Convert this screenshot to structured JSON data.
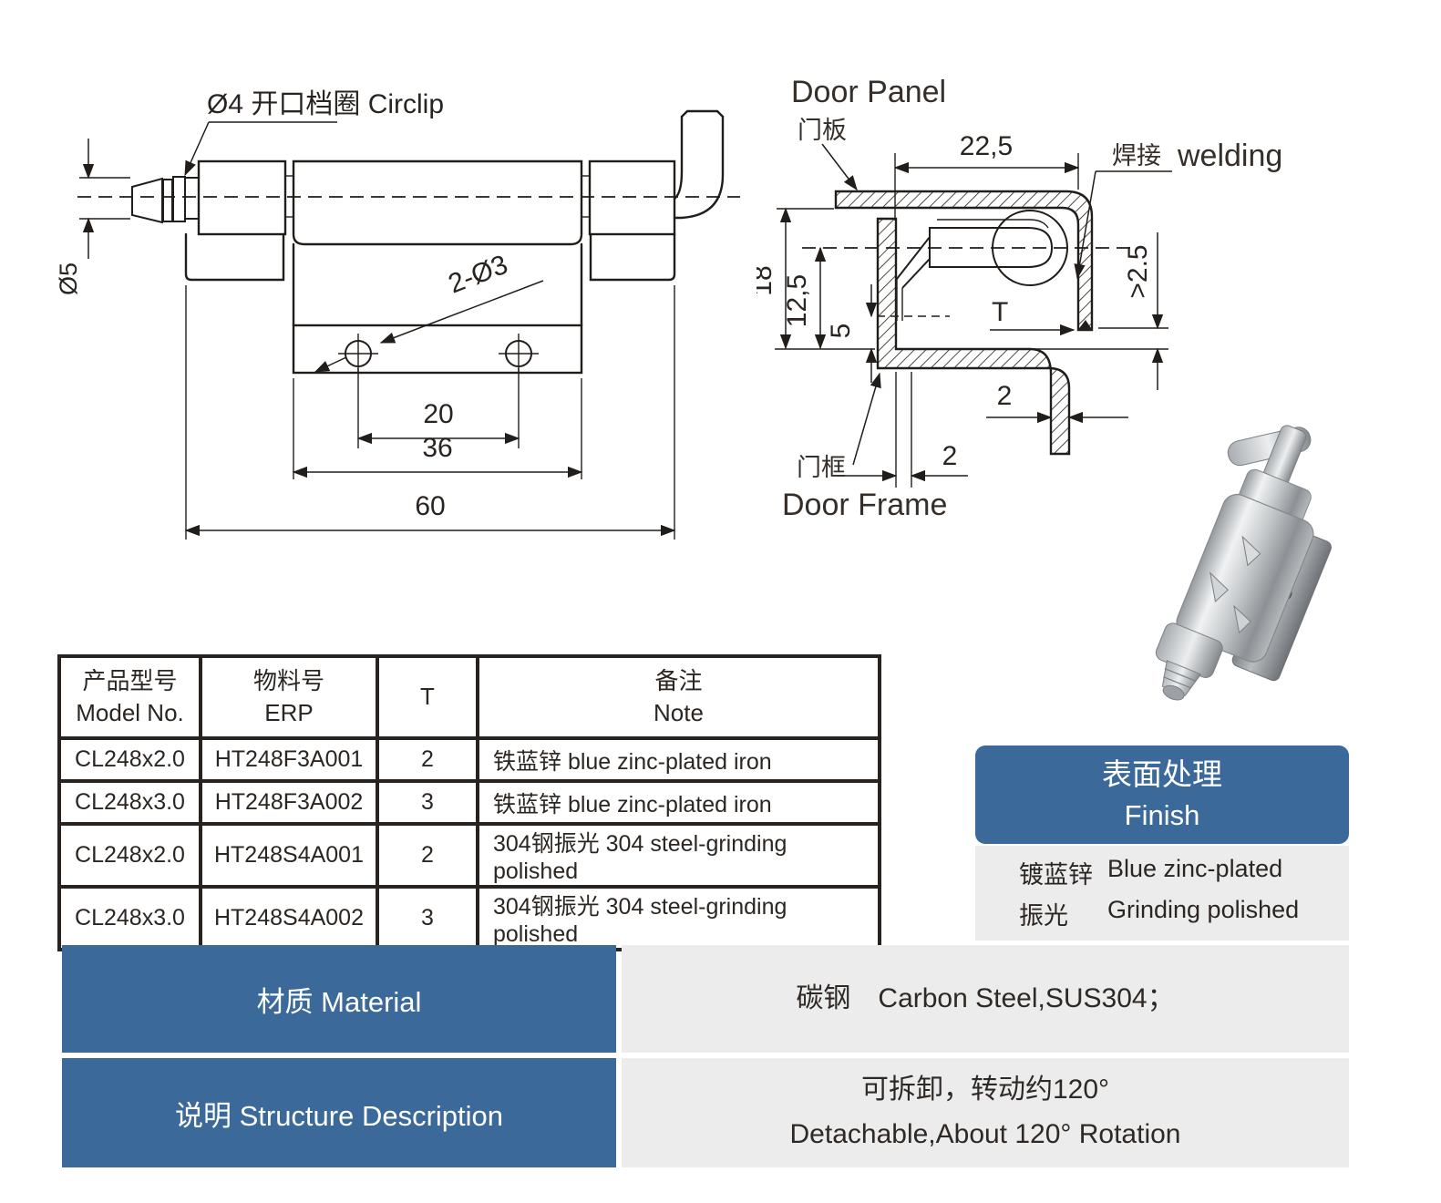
{
  "colors": {
    "accent_blue": "#3a699a",
    "panel_gray": "#ececed",
    "line": "#211d1a"
  },
  "drawing_left": {
    "circlip_label": "Ø4 开口档圈 Circlip",
    "dia_pin": "Ø5",
    "holes_label": "2-Ø3",
    "dim_hole_pitch": "20",
    "dim_plate": "36",
    "dim_overall": "60"
  },
  "drawing_right": {
    "door_panel_en": "Door Panel",
    "door_panel_cn": "门板",
    "welding_cn": "焊接",
    "welding_en": "welding",
    "door_frame_cn": "门框",
    "door_frame_en": "Door Frame",
    "dim_offset": "22,5",
    "dim_height": "18",
    "dim_axis": "12,5",
    "dim_gap": "5",
    "dim_weld_min": ">2.5",
    "dim_leg": "2",
    "dim_frame": "2",
    "dim_thickness": "T"
  },
  "table": {
    "headers": [
      {
        "cn": "产品型号",
        "en": "Model No."
      },
      {
        "cn": "物料号",
        "en": "ERP"
      },
      {
        "cn": "T",
        "en": ""
      },
      {
        "cn": "备注",
        "en": "Note"
      }
    ],
    "rows": [
      [
        "CL248x2.0",
        "HT248F3A001",
        "2",
        "铁蓝锌 blue zinc-plated iron"
      ],
      [
        "CL248x3.0",
        "HT248F3A002",
        "3",
        "铁蓝锌 blue zinc-plated iron"
      ],
      [
        "CL248x2.0",
        "HT248S4A001",
        "2",
        "304钢振光 304 steel-grinding polished"
      ],
      [
        "CL248x3.0",
        "HT248S4A002",
        "3",
        "304钢振光 304 steel-grinding polished"
      ]
    ]
  },
  "finish": {
    "title_cn": "表面处理",
    "title_en": "Finish",
    "rows": [
      {
        "cn": "镀蓝锌",
        "en": "Blue zinc-plated"
      },
      {
        "cn": "振光",
        "en": "Grinding polished"
      }
    ]
  },
  "specs": [
    {
      "label": "材质 Material",
      "line1": "碳钢　Carbon Steel,SUS304；",
      "line2": ""
    },
    {
      "label": "说明 Structure Description",
      "line1": "可拆卸，转动约120°",
      "line2": "Detachable,About 120° Rotation"
    }
  ]
}
